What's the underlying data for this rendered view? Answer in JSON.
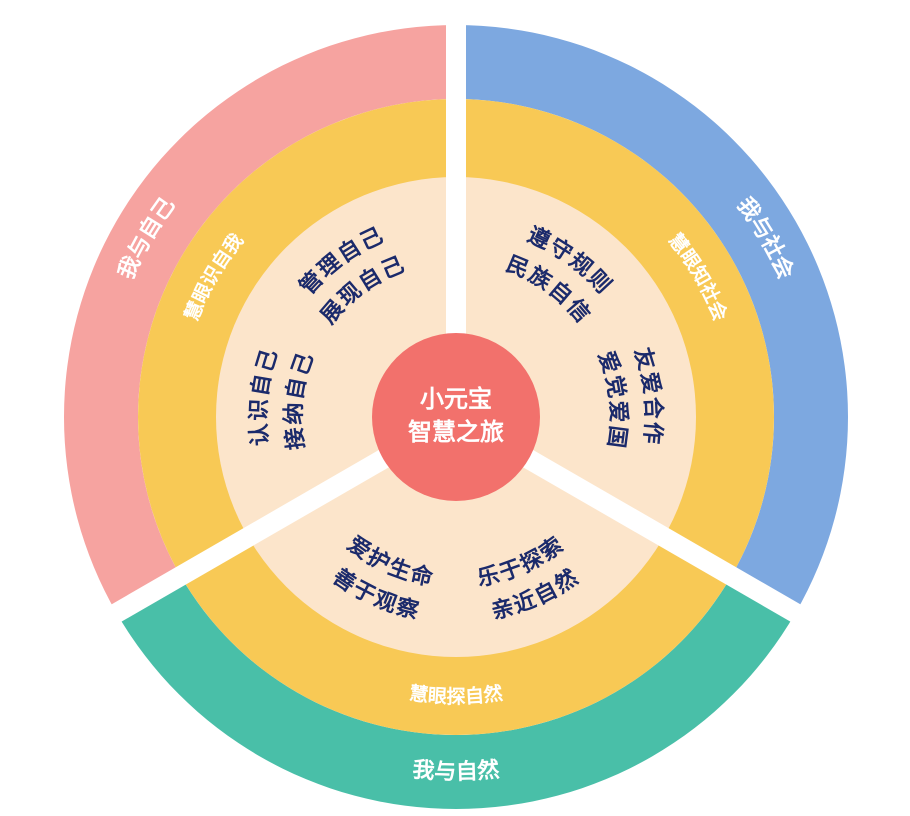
{
  "colors": {
    "self": "#F6A3A0",
    "society": "#7DA8E0",
    "nature": "#49BFA8",
    "middle_ring": "#F8C955",
    "inner_ring": "#FCE5CB",
    "center": "#F2716C",
    "inner_text": "#1B2A6B",
    "gap": "#FFFFFF"
  },
  "center": {
    "line1": "小元宝",
    "line2": "智慧之旅"
  },
  "sectors": [
    {
      "key": "self",
      "outer_label": "我与自己",
      "middle_label": "慧眼识自我",
      "inner_outer_line": [
        "认识自己",
        "管理自己"
      ],
      "inner_inner_line": [
        "接纳自己",
        "展现自己"
      ]
    },
    {
      "key": "society",
      "outer_label": "我与社会",
      "middle_label": "慧眼知社会",
      "inner_outer_line": [
        "遵守规则",
        "友爱合作"
      ],
      "inner_inner_line": [
        "民族自信",
        "爱党爱国"
      ]
    },
    {
      "key": "nature",
      "outer_label": "我与自然",
      "middle_label": "慧眼探自然",
      "inner_outer_line": [
        "亲近自然",
        "善于观察"
      ],
      "inner_inner_line": [
        "乐于探索",
        "爱护生命"
      ]
    }
  ]
}
